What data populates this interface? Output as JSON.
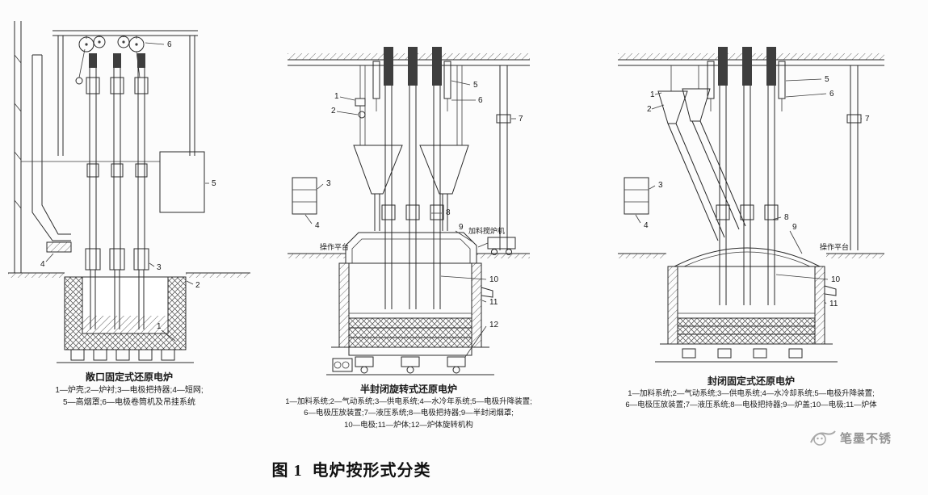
{
  "figure": {
    "caption": "图 1  电炉按形式分类"
  },
  "watermark": {
    "text": "笔墨不锈"
  },
  "diagrams": [
    {
      "title": "敞口固定式还原电炉",
      "caption_lines": [
        "1—炉壳;2—炉衬;3—电极把持器;4—短网;",
        "5—高烟罩;6—电极卷筒机及吊挂系统"
      ],
      "labels": [
        "1",
        "2",
        "3",
        "4",
        "5",
        "6"
      ]
    },
    {
      "title": "半封闭旋转式还原电炉",
      "caption_lines": [
        "1—加料系统;2—气动系统;3—供电系统;4—水冷年系统;5—电极升降装置;",
        "6—电极压放装置;7—液压系统;8—电极把持器;9—半封闭烟罩;",
        "10—电极;11—炉体;12—炉体旋转机构"
      ],
      "labels": [
        "1",
        "2",
        "3",
        "4",
        "5",
        "6",
        "7",
        "8",
        "9",
        "10",
        "11",
        "12"
      ],
      "annotations": {
        "platform": "操作平台",
        "charger": "加料搅炉机"
      }
    },
    {
      "title": "封闭固定式还原电炉",
      "caption_lines": [
        "1—加料系统;2—气动系统;3—供电系统;4—水冷却系统;5—电极升降装置;",
        "6—电极压放装置;7—液压系统;8—电极把持器;9—炉盖;10—电极;11—炉体"
      ],
      "labels": [
        "1",
        "2",
        "3",
        "4",
        "5",
        "6",
        "7",
        "8",
        "9",
        "10",
        "11"
      ],
      "annotations": {
        "platform": "操作平台"
      }
    }
  ]
}
